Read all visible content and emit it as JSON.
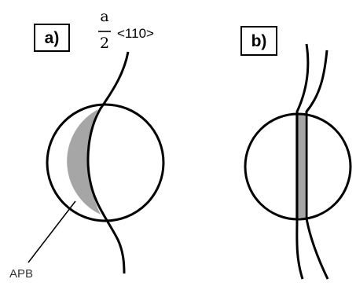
{
  "panels": [
    {
      "label": "a)"
    },
    {
      "label": "b)"
    }
  ],
  "burgers_vector": {
    "numerator": "a",
    "denominator": "2",
    "direction": "<110>"
  },
  "annotation": "APB",
  "colors": {
    "stroke": "#000000",
    "shade": "#a6a6a6",
    "background": "#ffffff"
  }
}
